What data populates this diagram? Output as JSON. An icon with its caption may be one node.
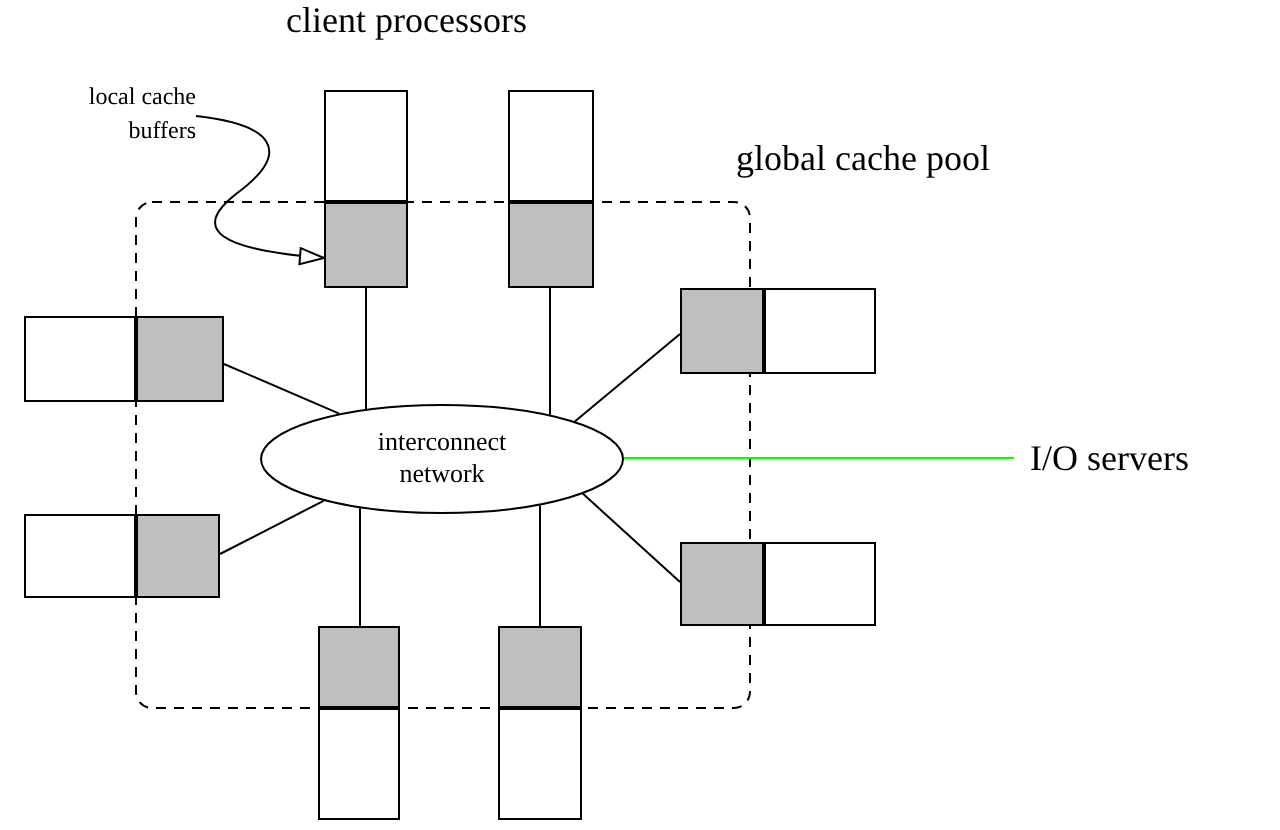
{
  "diagram": {
    "nodes": [
      {
        "text": [
          "global cache pool"
        ]
      },
      {
        "text": [
          "interconnect network"
        ],
        "in": 0
      },
      {
        "text": [
          "local cache buffers"
        ]
      },
      {
        "text": [
          "I/O servers"
        ]
      },
      {
        "text": [],
        "shape": "box"
      },
      {
        "text": [],
        "shape": "box",
        "in": 0
      },
      {
        "text": [],
        "shape": "box"
      },
      {
        "text": [],
        "shape": "box",
        "in": 0
      },
      {
        "text": [],
        "shape": "box"
      },
      {
        "text": [],
        "shape": "box",
        "in": 0
      },
      {
        "text": [],
        "shape": "box"
      },
      {
        "text": [],
        "shape": "box"
      },
      {
        "text": [],
        "shape": "box"
      },
      {
        "text": [],
        "shape": "box",
        "in": 0
      },
      {
        "text": [],
        "shape": "box"
      },
      {
        "text": [],
        "shape": "box"
      },
      {
        "text": [],
        "shape": "box"
      },
      {
        "text": [],
        "shape": "box",
        "in": 0
      },
      {
        "text": [],
        "shape": "box"
      },
      {
        "text": [],
        "shape": "box",
        "in": 0
      }
    ],
    "edges": [
      {
        "from": 1,
        "to": 5,
        "arrow": "none"
      },
      {
        "from": 1,
        "to": 7,
        "arrow": "none"
      },
      {
        "from": 1,
        "to": 9,
        "arrow": "none"
      },
      {
        "from": 1,
        "to": 11,
        "arrow": "none"
      },
      {
        "from": 1,
        "to": 13,
        "arrow": "none"
      },
      {
        "from": 1,
        "to": 15,
        "arrow": "none"
      },
      {
        "from": 1,
        "to": 17,
        "arrow": "none"
      },
      {
        "from": 1,
        "to": 19,
        "arrow": "none"
      },
      {
        "from": 2,
        "to": 5,
        "arrow": "to"
      },
      {
        "from": 1,
        "to": 3,
        "arrow": "none",
        "color": "#00ff00"
      }
    ],
    "labels": [
      "client processors"
    ]
  }
}
